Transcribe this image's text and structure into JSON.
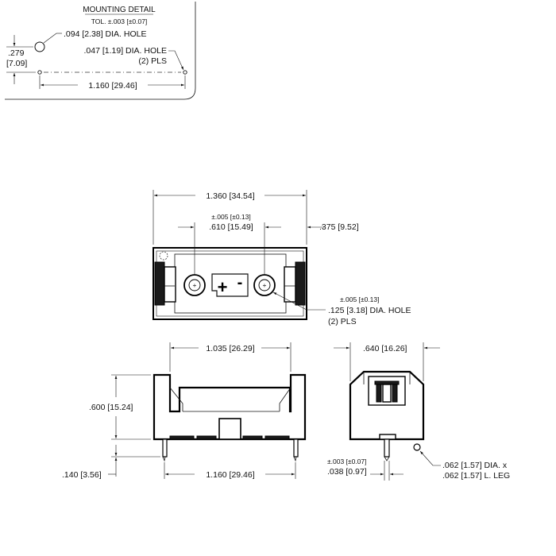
{
  "mounting_detail": {
    "title": "MOUNTING DETAIL",
    "tolerance": "TOL. ±.003 [±0.07]",
    "large_hole": ".094 [2.38] DIA. HOLE",
    "small_hole_line1": ".047 [1.19] DIA. HOLE",
    "small_hole_line2": "(2) PLS",
    "height_in": ".279",
    "height_mm": "[7.09]",
    "spacing": "1.160 [29.46]"
  },
  "top_view": {
    "overall_width": "1.360 [34.54]",
    "tol_610": "±.005 [±0.13]",
    "center_610": ".610 [15.49]",
    "offset_375": ".375 [9.52]",
    "hole_tol": "±.005 [±0.13]",
    "hole_dia": ".125 [3.18] DIA. HOLE",
    "hole_count": "(2) PLS",
    "plus_symbol": "+",
    "minus_symbol": "-"
  },
  "front_view": {
    "inner_width": "1.035 [26.29]",
    "height": ".600 [15.24]",
    "leg_length": ".140 [3.56]",
    "leg_spacing": "1.160 [29.46]"
  },
  "side_view": {
    "depth": ".640 [16.26]",
    "leg_tol": "±.003 [±0.07]",
    "leg_width": ".038 [0.97]",
    "leg_dia_line1": ".062 [1.57] DIA. x",
    "leg_dia_line2": ".062 [1.57] L. LEG"
  }
}
